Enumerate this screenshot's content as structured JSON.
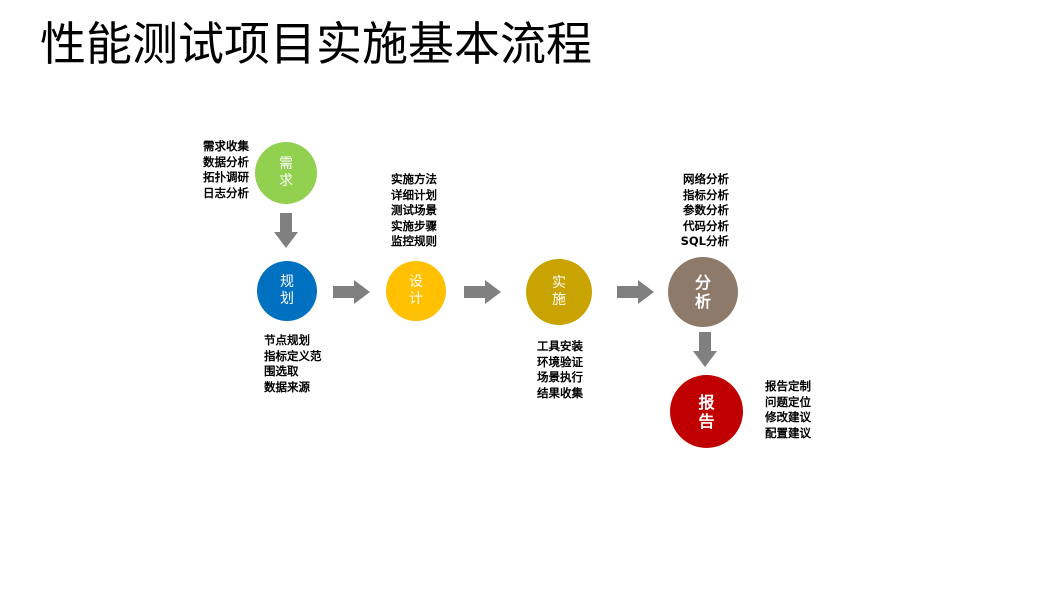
{
  "title": "性能测试项目实施基本流程",
  "colors": {
    "need": "#92D050",
    "plan": "#0070C0",
    "design": "#FFC000",
    "implement": "#C9A400",
    "analysis": "#8E7A6B",
    "report": "#C00000",
    "arrow": "#808080"
  },
  "nodes": {
    "need": "需求",
    "plan": "规划",
    "design": "设计",
    "implement": "实施",
    "analysis": "分析",
    "report": "报告"
  },
  "notes": {
    "need": [
      "需求收集",
      "数据分析",
      "拓扑调研",
      "日志分析"
    ],
    "plan": [
      "节点规划",
      "指标定义范",
      "围选取",
      "数据来源"
    ],
    "design": [
      "实施方法",
      "详细计划",
      "测试场景",
      "实施步骤",
      "监控规则"
    ],
    "implement": [
      "工具安装",
      "环境验证",
      "场景执行",
      "结果收集"
    ],
    "analysis": [
      "网络分析",
      "指标分析",
      "参数分析",
      "代码分析",
      "SQL分析"
    ],
    "report": [
      "报告定制",
      "问题定位",
      "修改建议",
      "配置建议"
    ]
  }
}
